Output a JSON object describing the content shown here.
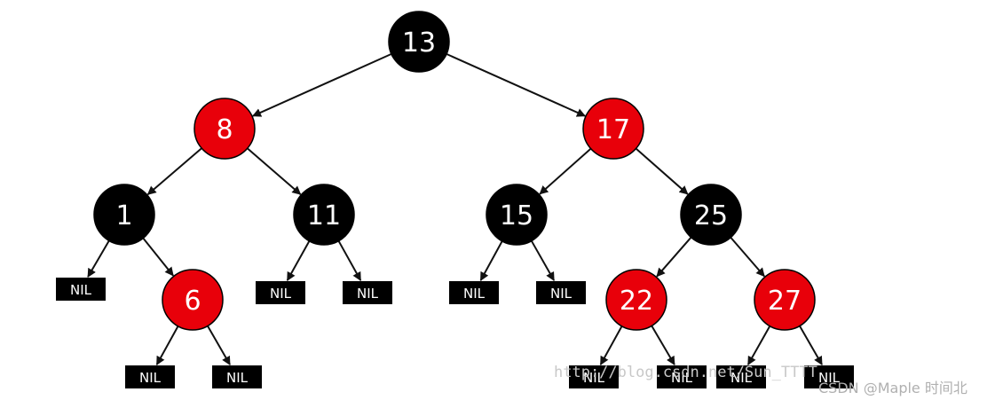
{
  "colors": {
    "black": "#000000",
    "red": "#e8000a",
    "text": "#ffffff",
    "edge": "#111111"
  },
  "nodes": [
    {
      "id": "n13",
      "label": "13",
      "color": "black"
    },
    {
      "id": "n8",
      "label": "8",
      "color": "red"
    },
    {
      "id": "n17",
      "label": "17",
      "color": "red"
    },
    {
      "id": "n1",
      "label": "1",
      "color": "black"
    },
    {
      "id": "n11",
      "label": "11",
      "color": "black"
    },
    {
      "id": "n15",
      "label": "15",
      "color": "black"
    },
    {
      "id": "n25",
      "label": "25",
      "color": "black"
    },
    {
      "id": "n6",
      "label": "6",
      "color": "red"
    },
    {
      "id": "n22",
      "label": "22",
      "color": "red"
    },
    {
      "id": "n27",
      "label": "27",
      "color": "red"
    },
    {
      "id": "nil1",
      "label": "NIL",
      "color": "nil"
    },
    {
      "id": "nil2",
      "label": "NIL",
      "color": "nil"
    },
    {
      "id": "nil3",
      "label": "NIL",
      "color": "nil"
    },
    {
      "id": "nil4",
      "label": "NIL",
      "color": "nil"
    },
    {
      "id": "nil5",
      "label": "NIL",
      "color": "nil"
    },
    {
      "id": "nil6",
      "label": "NIL",
      "color": "nil"
    },
    {
      "id": "nil7",
      "label": "NIL",
      "color": "nil"
    },
    {
      "id": "nil8",
      "label": "NIL",
      "color": "nil"
    },
    {
      "id": "nil9",
      "label": "NIL",
      "color": "nil"
    },
    {
      "id": "nil10",
      "label": "NIL",
      "color": "nil"
    },
    {
      "id": "nil11",
      "label": "NIL",
      "color": "nil"
    }
  ],
  "edges": [
    [
      "n13",
      "n8"
    ],
    [
      "n13",
      "n17"
    ],
    [
      "n8",
      "n1"
    ],
    [
      "n8",
      "n11"
    ],
    [
      "n17",
      "n15"
    ],
    [
      "n17",
      "n25"
    ],
    [
      "n1",
      "nil1"
    ],
    [
      "n1",
      "n6"
    ],
    [
      "n6",
      "nil2"
    ],
    [
      "n6",
      "nil3"
    ],
    [
      "n11",
      "nil4"
    ],
    [
      "n11",
      "nil5"
    ],
    [
      "n15",
      "nil6"
    ],
    [
      "n15",
      "nil7"
    ],
    [
      "n25",
      "n22"
    ],
    [
      "n25",
      "n27"
    ],
    [
      "n22",
      "nil8"
    ],
    [
      "n22",
      "nil9"
    ],
    [
      "n27",
      "nil10"
    ],
    [
      "n27",
      "nil11"
    ]
  ],
  "watermarks": {
    "url": "http://blog.csdn.net/Sun_TTTT",
    "credit": "CSDN @Maple 时间北"
  }
}
